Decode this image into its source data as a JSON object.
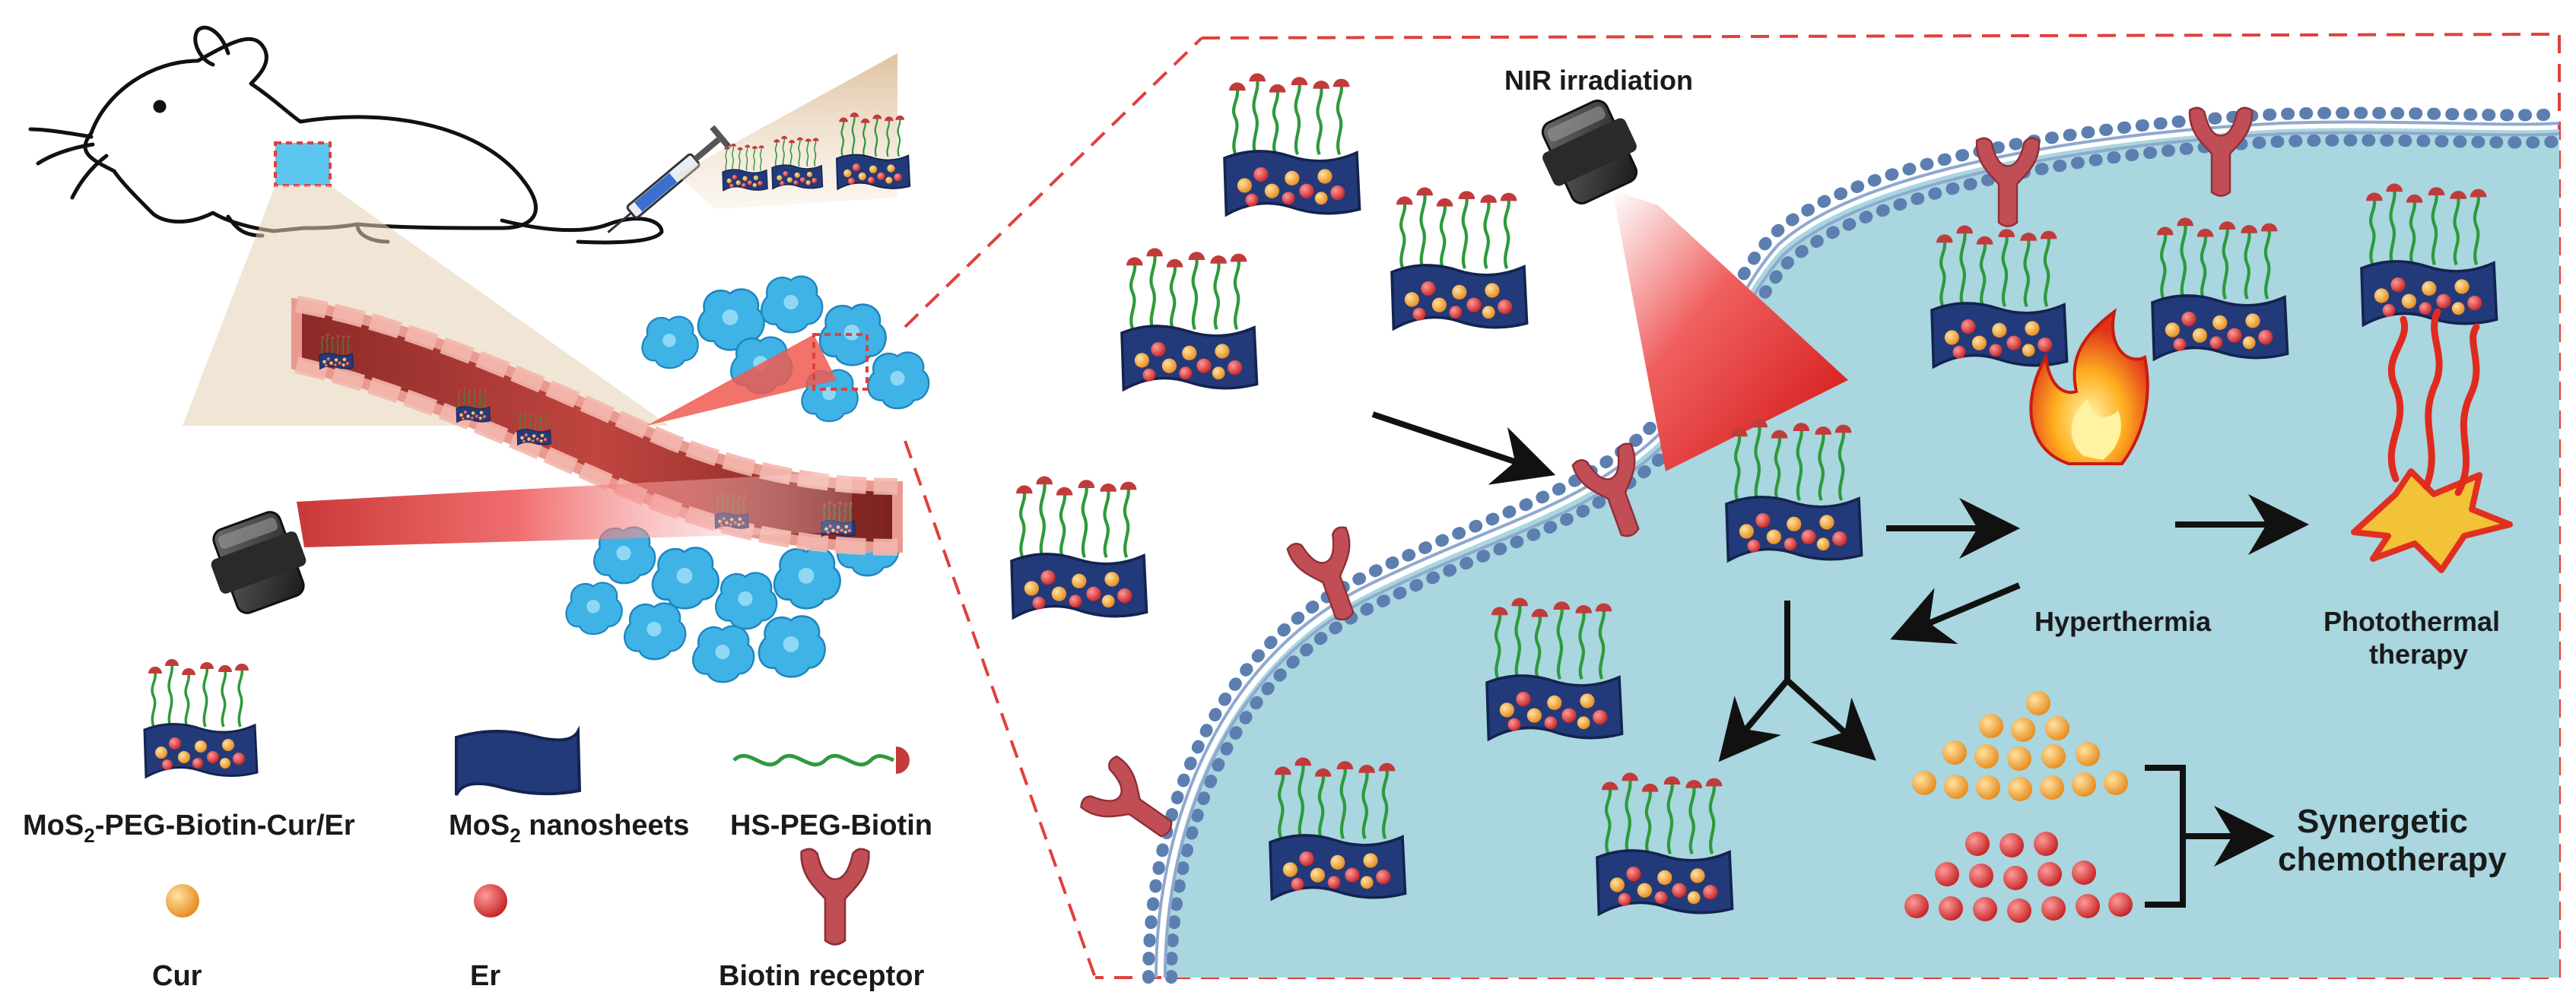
{
  "labels": {
    "nir": "NIR irradiation",
    "hyperthermia": "Hyperthermia",
    "ptt_line1": "Photothermal",
    "ptt_line2": "therapy",
    "syn_line1": "Synergetic",
    "syn_line2": "chemotherapy"
  },
  "legend": {
    "complex_main": "MoS",
    "complex_sub": "2",
    "complex_rest": "-PEG-Biotin-Cur/Er",
    "nanosheet_main": "MoS",
    "nanosheet_sub": "2",
    "nanosheet_rest": " nanosheets",
    "peg": "HS-PEG-Biotin",
    "cur": "Cur",
    "er": "Er",
    "receptor": "Biotin receptor"
  },
  "colors": {
    "sheet": "#233a7a",
    "sheet_dark": "#14234f",
    "peg": "#2e9a3c",
    "biotin": "#c23b3b",
    "cur": "#f2a93b",
    "er": "#d93a3a",
    "receptor": "#c14e55",
    "cell": "#a9d6df",
    "membrane": "#5c7fb0",
    "vessel": "#a8322f",
    "tumor": "#3fb2e6",
    "dash": "#e0403c"
  }
}
